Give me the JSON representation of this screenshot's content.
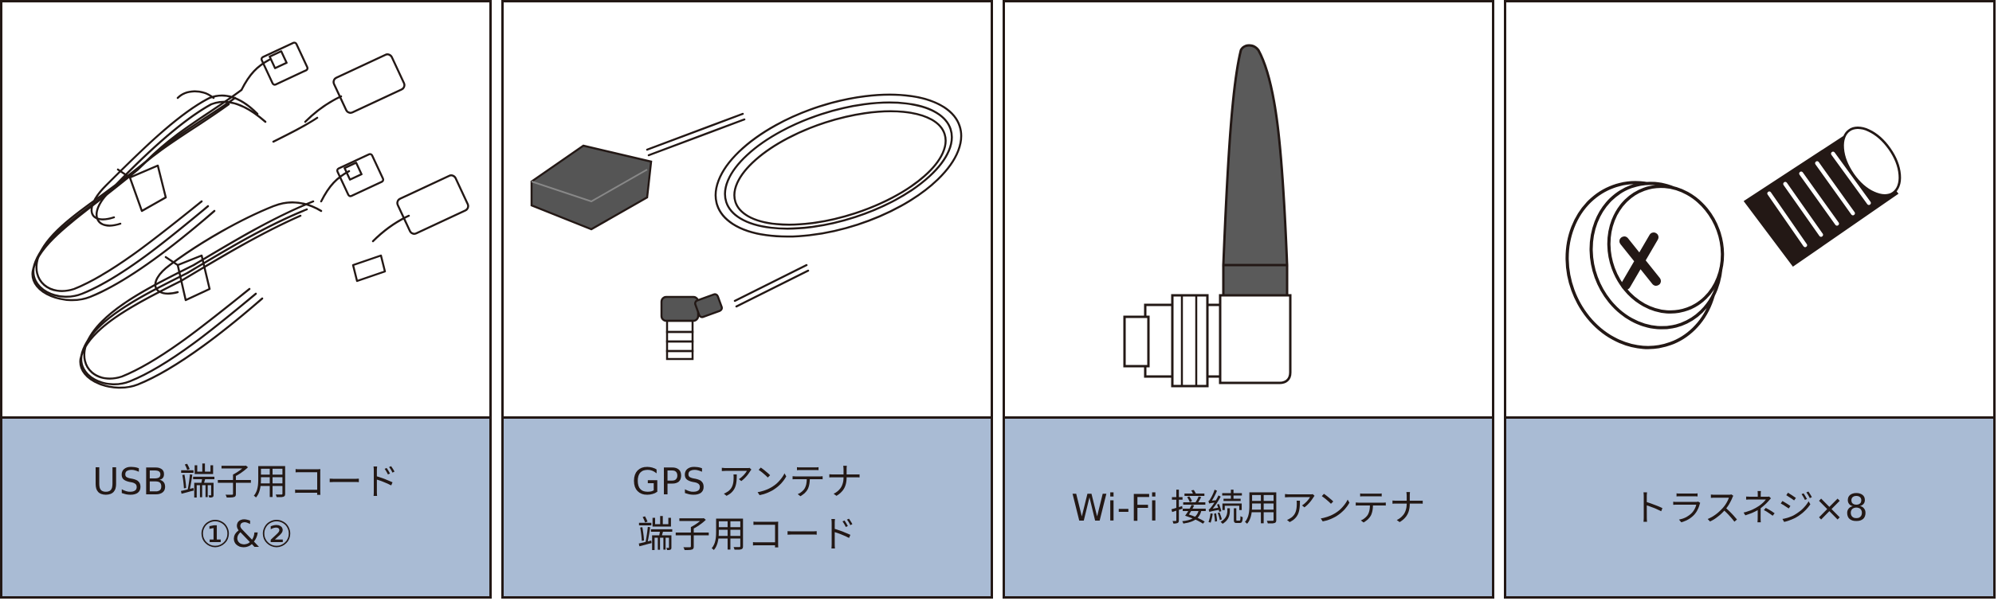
{
  "items": [
    {
      "label_lines": [
        "USB 端子用コード",
        "①&②"
      ],
      "icon": "usb-cable-icon"
    },
    {
      "label_lines": [
        "GPS アンテナ",
        "端子用コード"
      ],
      "icon": "gps-antenna-icon"
    },
    {
      "label_lines": [
        "Wi-Fi 接続用アンテナ"
      ],
      "icon": "wifi-antenna-icon"
    },
    {
      "label_lines": [
        "トラスネジ×8"
      ],
      "icon": "truss-screw-icon"
    }
  ],
  "colors": {
    "label_background": "#a9bbd4",
    "border": "#231815",
    "dark_part": "#5a5a5a"
  }
}
